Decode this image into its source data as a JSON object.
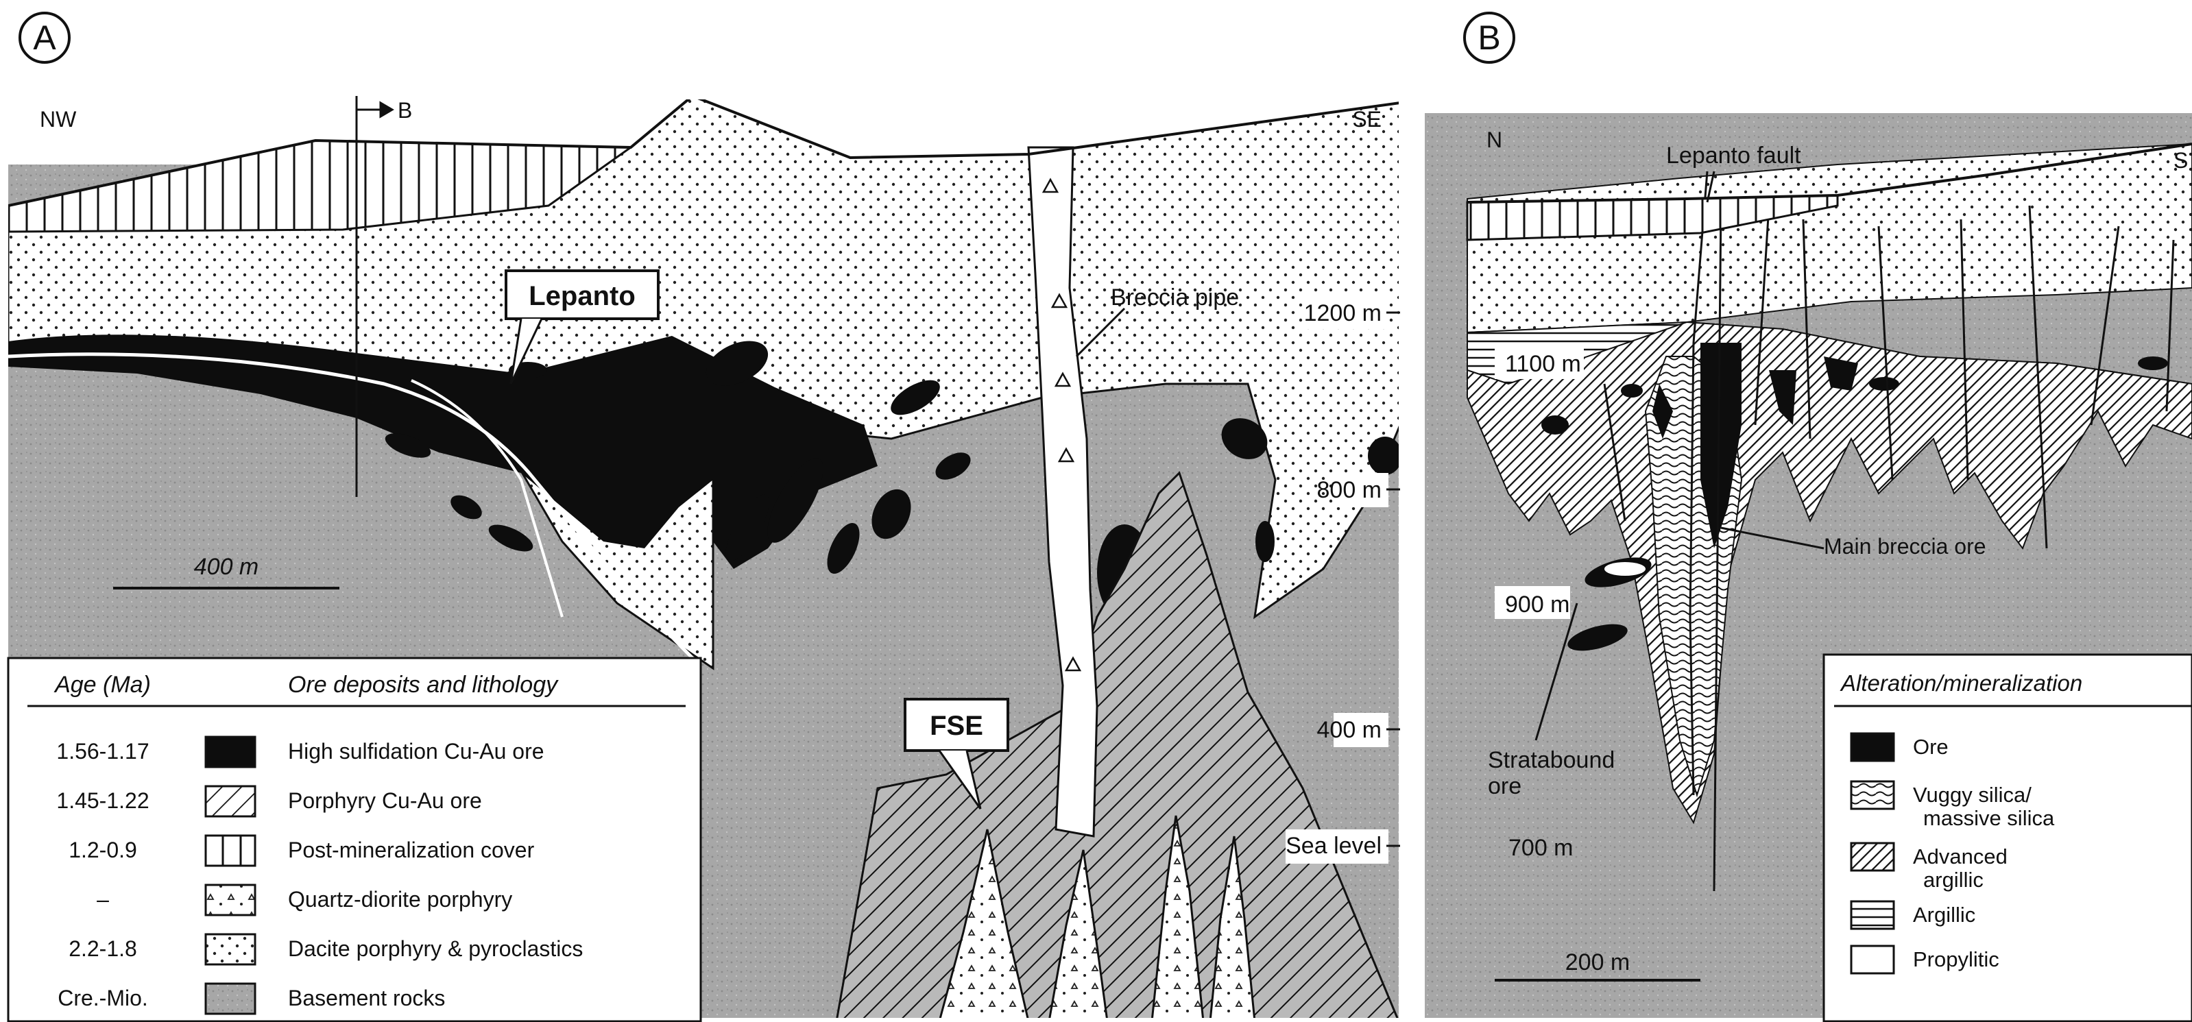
{
  "panel_a": {
    "letter": "A",
    "nw": "NW",
    "se": "SE",
    "section_marker": "B",
    "lepanto": "Lepanto",
    "breccia_pipe": "Breccia pipe",
    "fse": "FSE",
    "elev_1200": "1200 m",
    "elev_800": "800 m",
    "elev_400": "400 m",
    "sea_level": "Sea level",
    "scale": "400 m",
    "legend": {
      "age_header": "Age (Ma)",
      "ore_header": "Ore deposits and lithology",
      "rows": [
        {
          "age": "1.56-1.17",
          "label": "High sulfidation Cu-Au ore",
          "pattern": "solid-black"
        },
        {
          "age": "1.45-1.22",
          "label": "Porphyry Cu-Au ore",
          "pattern": "diagonal-hatch"
        },
        {
          "age": "1.2-0.9",
          "label": "Post-mineralization cover",
          "pattern": "vertical-lines"
        },
        {
          "age": "–",
          "label": "Quartz-diorite porphyry",
          "pattern": "triangle-dots"
        },
        {
          "age": "2.2-1.8",
          "label": "Dacite porphyry & pyroclastics",
          "pattern": "dots"
        },
        {
          "age": "Cre.-Mio.",
          "label": "Basement rocks",
          "pattern": "grey-stipple"
        }
      ]
    }
  },
  "panel_b": {
    "letter": "B",
    "n": "N",
    "s": "S",
    "lepanto_fault": "Lepanto fault",
    "elev_1100": "1100 m",
    "elev_900": "900 m",
    "elev_700": "700 m",
    "main_breccia_ore": "Main breccia ore",
    "stratabound_1": "Stratabound",
    "stratabound_2": "ore",
    "scale": "200 m",
    "legend": {
      "title": "Alteration/mineralization",
      "rows": [
        {
          "label": "Ore",
          "label2": "",
          "pattern": "solid-black"
        },
        {
          "label": "Vuggy silica/",
          "label2": "massive silica",
          "pattern": "wavy"
        },
        {
          "label": "Advanced",
          "label2": "argillic",
          "pattern": "dense-hatch"
        },
        {
          "label": "Argillic",
          "label2": "",
          "pattern": "horizontal-lines"
        },
        {
          "label": "Propylitic",
          "label2": "",
          "pattern": "blank"
        }
      ]
    }
  },
  "colors": {
    "ink": "#111111",
    "basement": "#a7a7a7",
    "paper": "#ffffff"
  }
}
